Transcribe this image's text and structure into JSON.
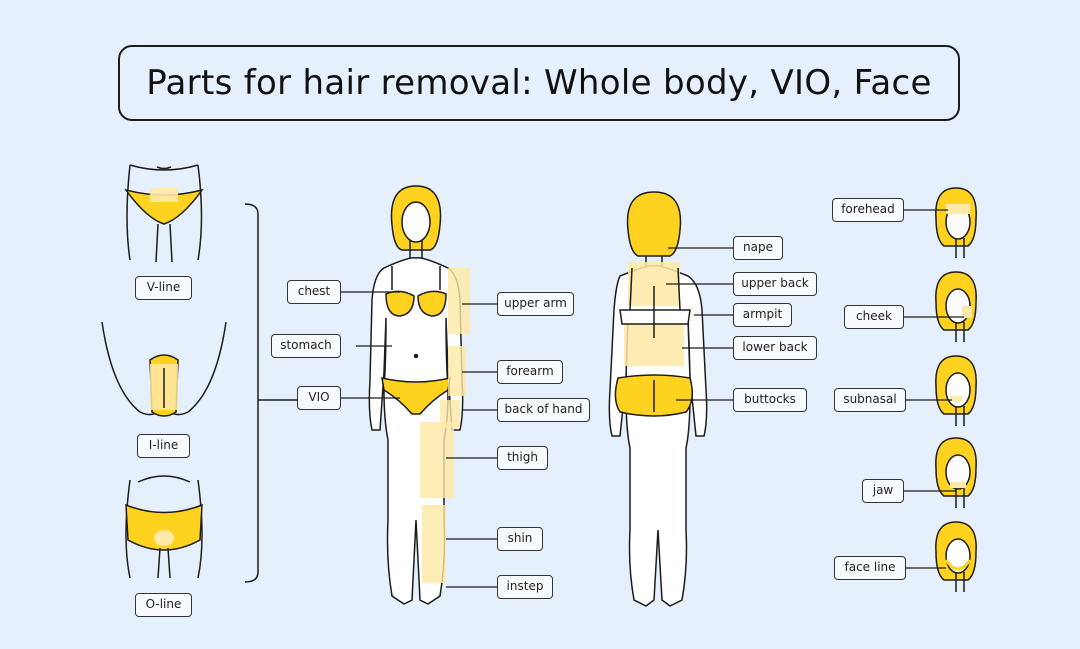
{
  "title": "Parts for hair removal: Whole body, VIO, Face",
  "colors": {
    "background": "#e6f0fc",
    "skin": "#ffffff",
    "hair": "#ffd21f",
    "highlight": "#ffe9a6",
    "garment": "#ffd21f",
    "outline": "#1c1c1c"
  },
  "vio_zones": [
    "V-line",
    "I-line",
    "O-line"
  ],
  "front_labels": {
    "chest": "chest",
    "stomach": "stomach",
    "vio": "VIO",
    "upper_arm": "upper arm",
    "forearm": "forearm",
    "back_of_hand": "back of hand",
    "thigh": "thigh",
    "shin": "shin",
    "instep": "instep"
  },
  "back_labels": {
    "nape": "nape",
    "upper_back": "upper back",
    "armpit": "armpit",
    "lower_back": "lower back",
    "buttocks": "buttocks"
  },
  "face_labels": [
    "forehead",
    "cheek",
    "subnasal",
    "jaw",
    "face line"
  ]
}
